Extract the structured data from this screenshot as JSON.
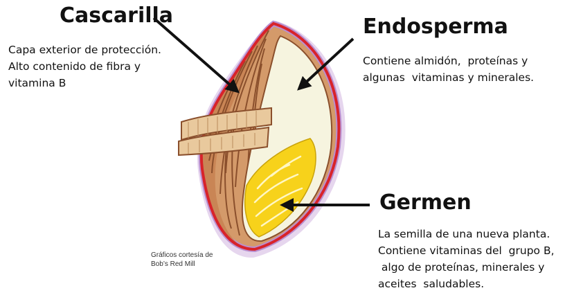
{
  "cascarilla": {
    "title": "Cascarilla",
    "lines": [
      "Capa exterior de protección.",
      "Alto contenido de fibra y",
      "vitamina B"
    ]
  },
  "endosperma": {
    "title": "Endosperma",
    "lines": [
      "Contiene almidón,  proteínas y",
      "algunas  vitaminas y minerales."
    ]
  },
  "germen": {
    "title": "Germen",
    "lines": [
      "La semilla de una nueva planta.",
      "Contiene vitaminas del  grupo B,",
      " algo de proteínas, minerales y",
      "aceites  saludables."
    ]
  },
  "credit": {
    "lines": [
      "Gráficos cortesía de",
      "Bob’s Red Mill"
    ]
  },
  "colors": {
    "outline_red": "#d8232a",
    "outline_purple": "#b98fd0",
    "shadow_lavender": "#e6d6ee",
    "bran_tan": "#d49a6a",
    "bran_stripe": "#8a4f2c",
    "endosperm": "#f6f4df",
    "germ_yellow": "#f7d21b",
    "arrow": "#111111"
  }
}
